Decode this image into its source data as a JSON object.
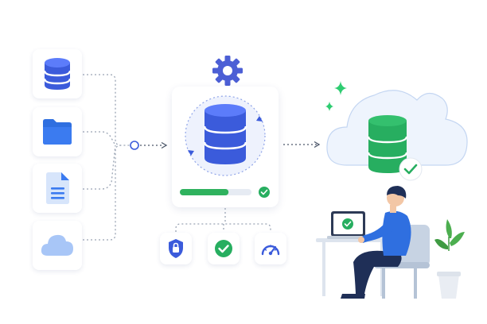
{
  "colors": {
    "db_blue": "#3b5bdb",
    "db_blue_light": "#5c7cfa",
    "folder_blue": "#3b7bf0",
    "doc_blue": "#8db4f5",
    "cloud_blue": "#a8c6f7",
    "progress_green": "#2fb25e",
    "progress_track": "#e6ebf3",
    "connector_gray": "#9aa4b4",
    "cloud_fill": "#eef4fd",
    "db_green": "#27ae60",
    "sparkle_green": "#2ecc71",
    "gear_blue": "#4c5fd5",
    "person_shirt": "#2f6fe0",
    "person_pants": "#1f2f57",
    "chair": "#c7d3e3",
    "plant_green": "#4cae4f"
  },
  "sources": [
    {
      "icon": "database-icon"
    },
    {
      "icon": "folder-icon"
    },
    {
      "icon": "document-icon"
    },
    {
      "icon": "cloud-icon"
    }
  ],
  "process": {
    "icon": "gear-icon",
    "progress": 0.68,
    "status": "complete"
  },
  "features": [
    {
      "icon": "shield-lock-icon"
    },
    {
      "icon": "check-circle-icon"
    },
    {
      "icon": "speed-gauge-icon"
    }
  ],
  "destination": {
    "icon": "cloud-database-icon",
    "status": "synced"
  }
}
